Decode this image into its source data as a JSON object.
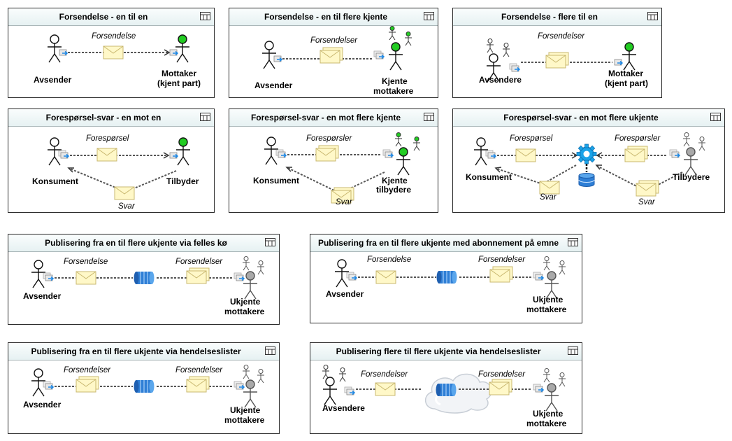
{
  "panels": [
    {
      "title": "Forsendelse - en til en",
      "messages": [
        "Forsendelse"
      ],
      "labels": [
        "Avsender",
        "Mottaker",
        "(kjent part)"
      ]
    },
    {
      "title": "Forsendelse - en til flere kjente",
      "messages": [
        "Forsendelser"
      ],
      "labels": [
        "Avsender",
        "Kjente",
        "mottakere"
      ]
    },
    {
      "title": "Forsendelse - flere til en",
      "messages": [
        "Forsendelser"
      ],
      "labels": [
        "Avsendere",
        "Mottaker",
        "(kjent part)"
      ]
    },
    {
      "title": "Forespørsel-svar - en mot en",
      "messages": [
        "Forespørsel",
        "Svar"
      ],
      "labels": [
        "Konsument",
        "Tilbyder"
      ]
    },
    {
      "title": "Forespørsel-svar - en mot flere kjente",
      "messages": [
        "Forespørsler",
        "Svar"
      ],
      "labels": [
        "Konsument",
        "Kjente",
        "tilbydere"
      ]
    },
    {
      "title": "Forespørsel-svar - en mot flere ukjente",
      "messages": [
        "Forespørsel",
        "Forespørsler",
        "Svar",
        "Svar"
      ],
      "labels": [
        "Konsument",
        "Tilbydere"
      ]
    },
    {
      "title": "Publisering fra en til flere ukjente via felles kø",
      "messages": [
        "Forsendelse",
        "Forsendelser"
      ],
      "labels": [
        "Avsender",
        "Ukjente",
        "mottakere"
      ]
    },
    {
      "title": "Publisering fra en til flere ukjente med abonnement på emne",
      "messages": [
        "Forsendelse",
        "Forsendelser"
      ],
      "labels": [
        "Avsender",
        "Ukjente",
        "mottakere"
      ]
    },
    {
      "title": "Publisering fra en til flere ukjente via hendelseslister",
      "messages": [
        "Forsendelser",
        "Forsendelser"
      ],
      "labels": [
        "Avsender",
        "Ukjente",
        "mottakere"
      ]
    },
    {
      "title": "Publisering flere til flere ukjente via hendelseslister",
      "messages": [
        "Forsendelser",
        "Forsendelser"
      ],
      "labels": [
        "Avsendere",
        "Ukjente",
        "mottakere"
      ]
    }
  ],
  "colors": {
    "known_party": "#22cc22",
    "unknown_party": "#a9a9a9",
    "queue": "#2f7fd6",
    "router": "#1aa3e8",
    "envelope": "#fff8c8",
    "panel_header": "#e6f1f2"
  }
}
